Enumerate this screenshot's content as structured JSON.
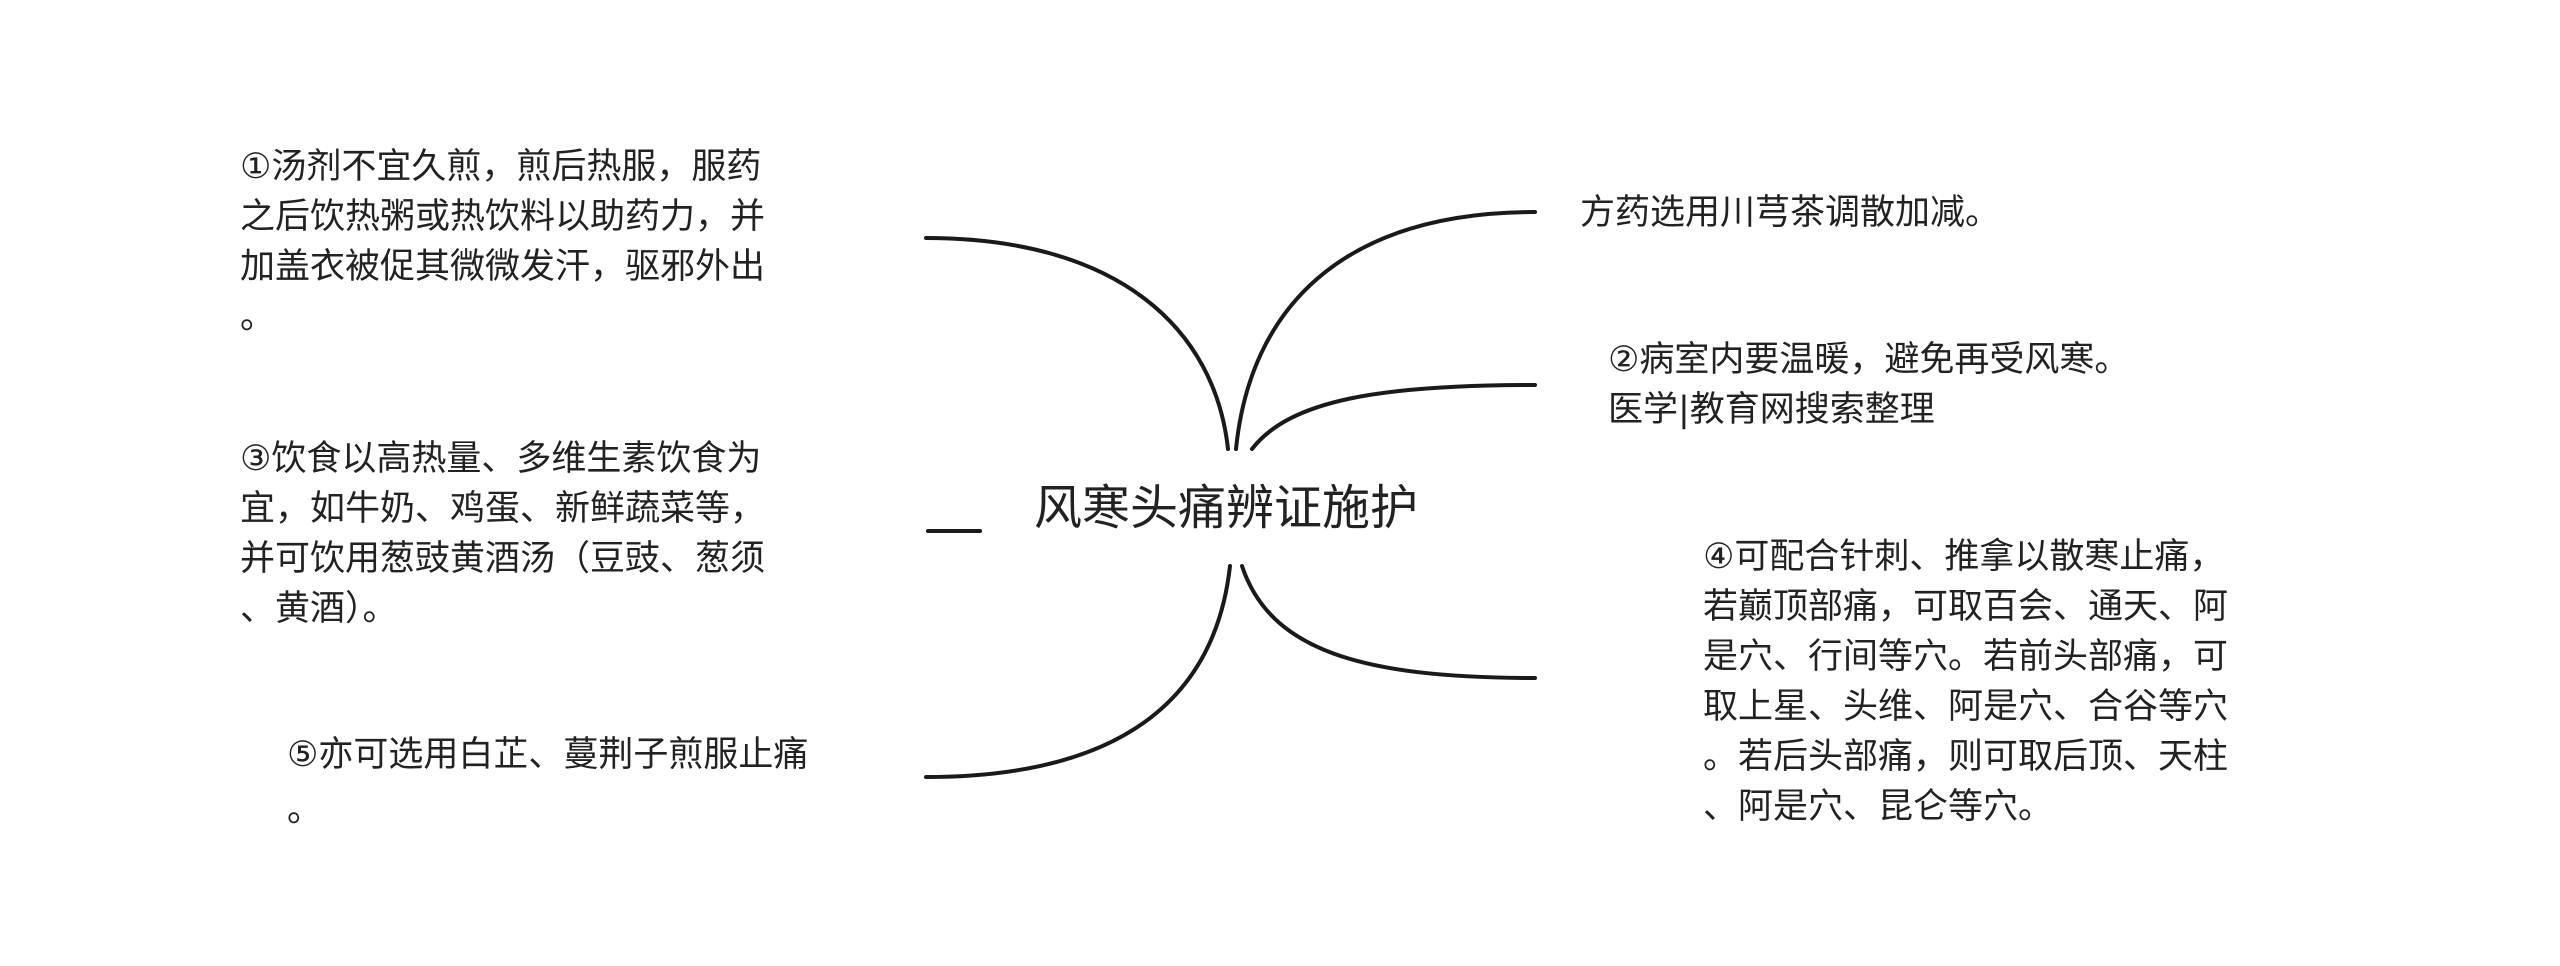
{
  "root": {
    "title": "风寒头痛辨证施护"
  },
  "branches": {
    "right_top": {
      "lines": [
        "方药选用川芎茶调散加减。"
      ]
    },
    "right_mid": {
      "lines": [
        "②病室内要温暖，避免再受风寒。",
        "医学|教育网搜索整理"
      ]
    },
    "right_bottom": {
      "lines": [
        "④可配合针刺、推拿以散寒止痛，",
        "若巅顶部痛，可取百会、通天、阿",
        "是穴、行间等穴。若前头部痛，可",
        "取上星、头维、阿是穴、合谷等穴",
        "。若后头部痛，则可取后顶、天柱",
        "、阿是穴、昆仑等穴。"
      ]
    },
    "left_top": {
      "lines": [
        "①汤剂不宜久煎，煎后热服，服药",
        "之后饮热粥或热饮料以助药力，并",
        "加盖衣被促其微微发汗，驱邪外出",
        "。"
      ]
    },
    "left_mid": {
      "lines": [
        "③饮食以高热量、多维生素饮食为",
        "宜，如牛奶、鸡蛋、新鲜蔬菜等，",
        "并可饮用葱豉黄酒汤（豆豉、葱须",
        "、黄酒）。"
      ]
    },
    "left_bottom": {
      "lines": [
        "⑤亦可选用白芷、蔓荆子煎服止痛",
        "。"
      ]
    }
  },
  "colors": {
    "line": "#1a1a1a",
    "text": "#222222",
    "background": "#ffffff"
  }
}
